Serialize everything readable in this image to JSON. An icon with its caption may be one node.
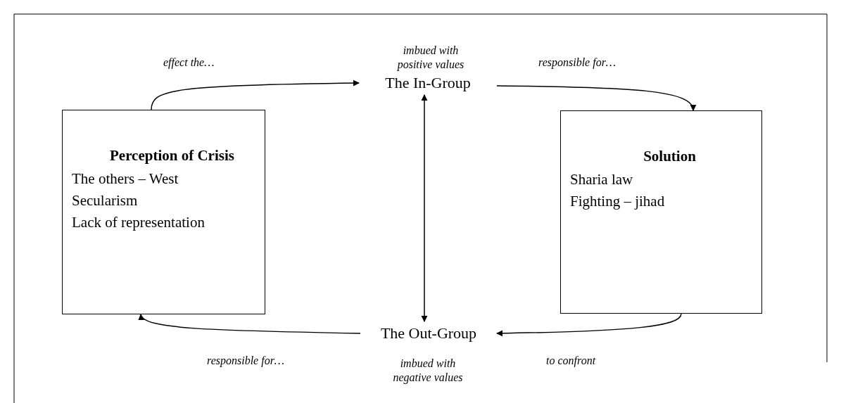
{
  "diagram": {
    "nodes": [
      {
        "text": [
          "Perception of Crisis",
          "The others – West",
          "Secularism",
          "Lack of representation"
        ]
      },
      {
        "text": [
          "Solution",
          "Sharia law",
          "Fighting – jihad"
        ]
      },
      {
        "text": [
          "The In-Group"
        ],
        "beside": [
          "imbued with positive values"
        ]
      },
      {
        "text": [
          "The Out-Group"
        ],
        "beside": [
          "imbued with negative values"
        ]
      }
    ],
    "edges": [
      {
        "from": 0,
        "to": 2,
        "arrow": "to",
        "label": "effect the…"
      },
      {
        "from": 2,
        "to": 1,
        "arrow": "to",
        "label": "responsible for…"
      },
      {
        "from": 1,
        "to": 3,
        "arrow": "to",
        "label": "to confront"
      },
      {
        "from": 3,
        "to": 0,
        "arrow": "to",
        "label": "responsible for…"
      },
      {
        "from": 2,
        "to": 3,
        "arrow": "both"
      }
    ]
  }
}
